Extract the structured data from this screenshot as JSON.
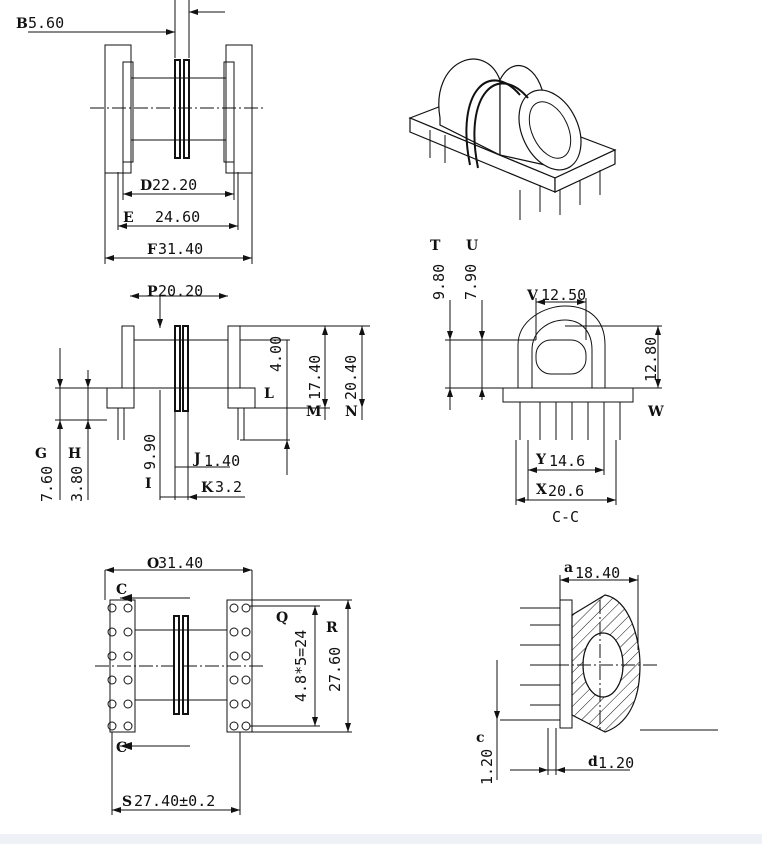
{
  "dimensions": [
    {
      "id": "B",
      "label": "B",
      "value": "5.60"
    },
    {
      "id": "D",
      "label": "D",
      "value": "22.20"
    },
    {
      "id": "E",
      "label": "E",
      "value": "24.60"
    },
    {
      "id": "F",
      "label": "F",
      "value": "31.40"
    },
    {
      "id": "P",
      "label": "P",
      "value": "20.20"
    },
    {
      "id": "G",
      "label": "G",
      "value": "7.60"
    },
    {
      "id": "H",
      "label": "H",
      "value": "3.80"
    },
    {
      "id": "I",
      "label": "I",
      "value": "9.90"
    },
    {
      "id": "J",
      "label": "J",
      "value": "1.40"
    },
    {
      "id": "K",
      "label": "K",
      "value": "3.2"
    },
    {
      "id": "L",
      "label": "L",
      "value": "4.00"
    },
    {
      "id": "M",
      "label": "M",
      "value": "17.40"
    },
    {
      "id": "N",
      "label": "N",
      "value": "20.40"
    },
    {
      "id": "T",
      "label": "T",
      "value": "9.80"
    },
    {
      "id": "U",
      "label": "U",
      "value": "7.90"
    },
    {
      "id": "V",
      "label": "V",
      "value": "12.50"
    },
    {
      "id": "W",
      "label": "W",
      "value": "12.80"
    },
    {
      "id": "Y",
      "label": "Y",
      "value": "14.6"
    },
    {
      "id": "X",
      "label": "X",
      "value": "20.6"
    },
    {
      "id": "O",
      "label": "O",
      "value": "31.40"
    },
    {
      "id": "Q",
      "label": "Q",
      "value": "4.8*5=24"
    },
    {
      "id": "R",
      "label": "R",
      "value": "27.60"
    },
    {
      "id": "S",
      "label": "S",
      "value": "27.40±0.2"
    },
    {
      "id": "a",
      "label": "a",
      "value": "18.40"
    },
    {
      "id": "c",
      "label": "c",
      "value": "1.20"
    },
    {
      "id": "d",
      "label": "d",
      "value": "1.20"
    }
  ],
  "section": {
    "label": "C-C",
    "marker": "C"
  }
}
